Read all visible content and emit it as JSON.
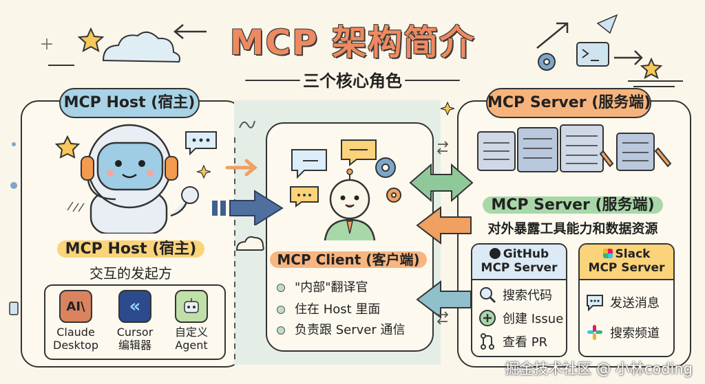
{
  "title": "MCP 架构简介",
  "subtitle": "三个核心角色",
  "host": {
    "pill": "MCP Host (宿主)",
    "label": "MCP Host (宿主)",
    "desc": "交互的发起方",
    "apps": [
      {
        "icon": "AI\\",
        "name_line1": "Claude",
        "name_line2": "Desktop"
      },
      {
        "icon": "«",
        "name_line1": "Cursor",
        "name_line2": "编辑器"
      },
      {
        "icon": "",
        "name_line1": "自定义",
        "name_line2": "Agent"
      }
    ]
  },
  "client": {
    "label": "MCP Client (客户端)",
    "bullets": [
      "\"内部\"翻译官",
      "住在 Host 里面",
      "负责跟 Server 通信"
    ]
  },
  "server": {
    "pill": "MCP Server (服务端)",
    "label": "MCP Server (服务端)",
    "desc": "对外暴露工具能力和数据资源",
    "github": {
      "head_line1": "GitHub",
      "head_line2": "MCP Server",
      "items": [
        "搜索代码",
        "创建 Issue",
        "查看 PR"
      ]
    },
    "slack": {
      "head_line1": "Slack",
      "head_line2": "MCP Server",
      "items": [
        "发送消息",
        "搜索频道"
      ]
    }
  },
  "watermark": "掘金技术社区 @ 小林coding",
  "colors": {
    "title": "#ee8a5f",
    "host_blue": "#a8d2e6",
    "server_orange": "#f6b47c",
    "label_yellow": "#fbd37a",
    "label_green": "#a9d8a8",
    "arrow_orange": "#f0a060",
    "arrow_green": "#8fc99a",
    "arrow_blue": "#6f8fb6"
  }
}
